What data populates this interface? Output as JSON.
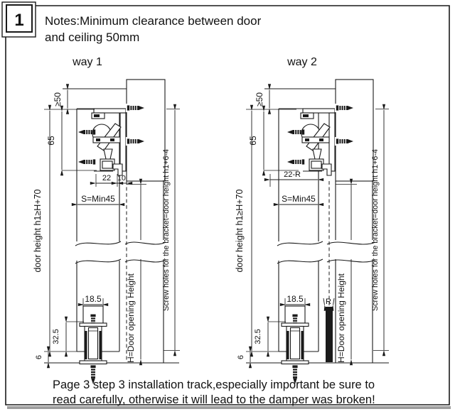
{
  "figure": {
    "number": "1",
    "notes": [
      "Notes:Minimum clearance between door",
      "and ceiling 50mm"
    ],
    "caption": [
      "Page 3 step 3 installation track,especially important be sure to",
      "read carefully, otherwise it will lead to the damper was broken!"
    ]
  },
  "way1": {
    "label": "way 1",
    "dims": {
      "ceiling_clearance": "≥50",
      "hanger_height": "65",
      "track_offset": "22",
      "wall_gap": "10",
      "side_min": "S=Min45",
      "door_height": "door height h1≥H+70",
      "opening_height": "H=Door opening Height",
      "bracket_holes": "Screw holes for the bracket=door height h1+6-4",
      "guide_width": "18.5",
      "guide_height": "32.5",
      "floor_clearance": "6"
    }
  },
  "way2": {
    "label": "way 2",
    "dims": {
      "ceiling_clearance": "≥50",
      "hanger_height": "65",
      "track_offset": "22-R",
      "riser": "R",
      "side_min": "S=Min45",
      "door_height": "door height h1≥H+70",
      "opening_height": "H=Door opening Height",
      "bracket_holes": "Screw holes for the bracket=door height h1+6-4",
      "guide_width": "18.5",
      "guide_height": "32.5",
      "floor_clearance": "6"
    }
  },
  "colors": {
    "line": "#1a1a1a",
    "background": "#ffffff",
    "shadow": "#9e9e9e",
    "riser_fill": "#1a1a1a"
  }
}
